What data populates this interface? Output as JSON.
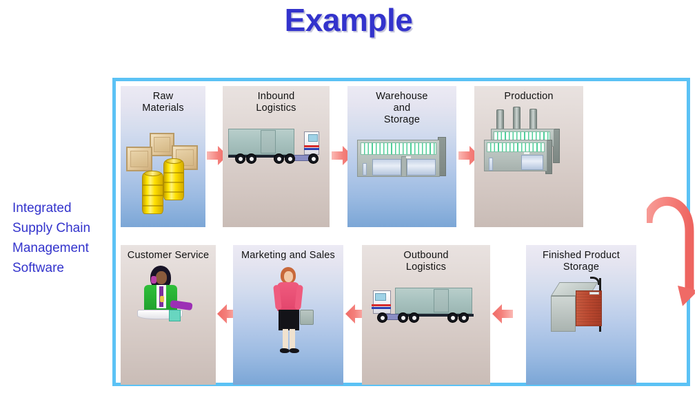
{
  "slide": {
    "title": "Example",
    "side_caption_lines": [
      "Integrated",
      "Supply Chain",
      "Management",
      "Software"
    ],
    "frame_border_color": "#5bc2f5",
    "title_color": "#3333cc",
    "caption_color": "#3333cc",
    "arrow_color": "#f2736e"
  },
  "diagram": {
    "type": "process-flow",
    "flow_direction": "left-to-right on top row, right-to-left on bottom row, connected by a curved arrow on the right",
    "panels": [
      {
        "id": "raw-materials",
        "label": "Raw Materials",
        "label_lines": [
          "Raw",
          "Materials"
        ],
        "row": "top",
        "order": 1,
        "background": "blue",
        "artwork": "crates-and-barrels"
      },
      {
        "id": "inbound-logistics",
        "label": "Inbound Logistics",
        "label_lines": [
          "Inbound",
          "Logistics"
        ],
        "row": "top",
        "order": 2,
        "background": "taupe",
        "artwork": "semi-truck-right"
      },
      {
        "id": "warehouse-and-storage",
        "label": "Warehouse and Storage",
        "label_lines": [
          "Warehouse",
          "and",
          "Storage"
        ],
        "row": "top",
        "order": 3,
        "background": "blue",
        "artwork": "warehouse-building"
      },
      {
        "id": "production",
        "label": "Production",
        "label_lines": [
          "Production"
        ],
        "row": "top",
        "order": 4,
        "background": "taupe",
        "artwork": "factory-with-smokestacks"
      },
      {
        "id": "finished-product-storage",
        "label": "Finished Product Storage",
        "label_lines": [
          "Finished Product",
          "Storage"
        ],
        "row": "bottom",
        "order": 5,
        "background": "blue",
        "artwork": "storage-cube-and-lamp"
      },
      {
        "id": "outbound-logistics",
        "label": "Outbound Logistics",
        "label_lines": [
          "Outbound",
          "Logistics"
        ],
        "row": "bottom",
        "order": 6,
        "background": "taupe",
        "artwork": "semi-truck-left"
      },
      {
        "id": "marketing-and-sales",
        "label": "Marketing and Sales",
        "label_lines": [
          "Marketing and Sales"
        ],
        "row": "bottom",
        "order": 7,
        "background": "blue",
        "artwork": "saleswoman-with-briefcase"
      },
      {
        "id": "customer-service",
        "label": "Customer Service",
        "label_lines": [
          "Customer Service"
        ],
        "row": "bottom",
        "order": 8,
        "background": "taupe",
        "artwork": "service-agent-at-desk"
      }
    ],
    "connectors": [
      {
        "id": "arrow-raw-to-inbound",
        "from": "raw-materials",
        "to": "inbound-logistics",
        "shape": "straight",
        "direction": "right"
      },
      {
        "id": "arrow-inbound-to-warehouse",
        "from": "inbound-logistics",
        "to": "warehouse-and-storage",
        "shape": "straight",
        "direction": "right"
      },
      {
        "id": "arrow-warehouse-to-production",
        "from": "warehouse-and-storage",
        "to": "production",
        "shape": "straight",
        "direction": "right"
      },
      {
        "id": "arrow-production-to-finished",
        "from": "production",
        "to": "finished-product-storage",
        "shape": "curved",
        "direction": "down-left"
      },
      {
        "id": "arrow-finished-to-outbound",
        "from": "finished-product-storage",
        "to": "outbound-logistics",
        "shape": "straight",
        "direction": "left"
      },
      {
        "id": "arrow-outbound-to-marketing",
        "from": "outbound-logistics",
        "to": "marketing-and-sales",
        "shape": "straight",
        "direction": "left"
      },
      {
        "id": "arrow-marketing-to-customer",
        "from": "marketing-and-sales",
        "to": "customer-service",
        "shape": "straight",
        "direction": "left"
      }
    ]
  }
}
